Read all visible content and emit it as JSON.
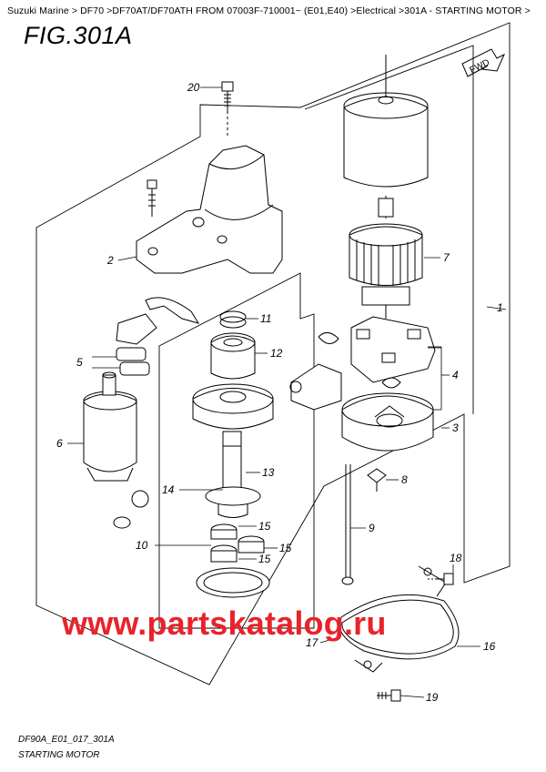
{
  "header": {
    "breadcrumb": "Suzuki Marine > DF70 >DF70AT/DF70ATH FROM 07003F-710001~ (E01,E40) >Electrical >301A - STARTING MOTOR >",
    "fig_title": "FIG.301A",
    "direction_tag": "FWD"
  },
  "watermark": "www.partskatalog.ru",
  "footer": {
    "code": "DF90A_E01_017_301A",
    "name": "STARTING MOTOR"
  },
  "callouts": [
    {
      "id": "c1",
      "label": "1"
    },
    {
      "id": "c2",
      "label": "2"
    },
    {
      "id": "c3",
      "label": "3"
    },
    {
      "id": "c4",
      "label": "4"
    },
    {
      "id": "c5",
      "label": "5"
    },
    {
      "id": "c6",
      "label": "6"
    },
    {
      "id": "c7",
      "label": "7"
    },
    {
      "id": "c8",
      "label": "8"
    },
    {
      "id": "c9",
      "label": "9"
    },
    {
      "id": "c10",
      "label": "10"
    },
    {
      "id": "c11",
      "label": "11"
    },
    {
      "id": "c12",
      "label": "12"
    },
    {
      "id": "c13",
      "label": "13"
    },
    {
      "id": "c14",
      "label": "14"
    },
    {
      "id": "c15a",
      "label": "15"
    },
    {
      "id": "c15b",
      "label": "15"
    },
    {
      "id": "c15c",
      "label": "15"
    },
    {
      "id": "c16",
      "label": "16"
    },
    {
      "id": "c17",
      "label": "17"
    },
    {
      "id": "c18",
      "label": "18"
    },
    {
      "id": "c19",
      "label": "19"
    },
    {
      "id": "c20",
      "label": "20"
    }
  ]
}
